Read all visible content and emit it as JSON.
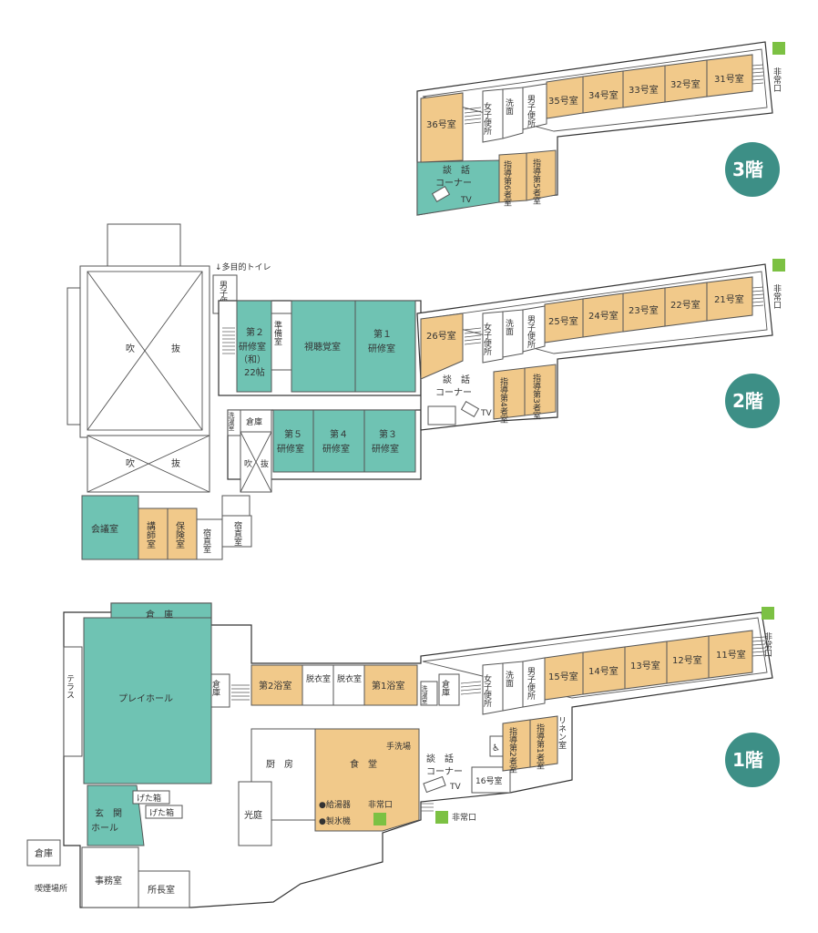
{
  "floors": {
    "f3": {
      "badge": "3階",
      "rooms": {
        "r36": "36号室",
        "r35": "35号室",
        "r34": "34号室",
        "r33": "33号室",
        "r32": "32号室",
        "r31": "31号室",
        "women_wc": "女子便所",
        "wash": "洗面",
        "men_wc": "男子便所",
        "lounge": "談　話",
        "lounge2": "コーナー",
        "tv": "TV",
        "leader6": "指導第6者室",
        "leader5": "指導第5者室",
        "exit": "非常口"
      },
      "colors": {
        "accent": "#f1c98a",
        "teal": "#6fc3b3"
      }
    },
    "f2": {
      "badge": "2階",
      "multi_toilet": "↓多目的トイレ",
      "rooms": {
        "fukinuke_a": "吹",
        "fukinuke_b": "抜",
        "fukinuke2_a": "吹",
        "fukinuke2_b": "抜",
        "small_a": "吹",
        "small_b": "抜",
        "men_wc_left": "男子便所",
        "study2_1": "第２",
        "study2_2": "研修室",
        "study2_3": "（和）",
        "study2_4": "22帖",
        "prep": "準備室",
        "av": "視聴覚室",
        "study1_1": "第１",
        "study1_2": "研修室",
        "storage": "倉庫",
        "laundry": "洗濯室",
        "study5_1": "第５",
        "study5_2": "研修室",
        "study4_1": "第４",
        "study4_2": "研修室",
        "study3_1": "第３",
        "study3_2": "研修室",
        "meeting": "会議室",
        "lecturer": "講師室",
        "health": "保険室",
        "night1": "宿直室",
        "night2": "宿直室",
        "r26": "26号室",
        "r25": "25号室",
        "r24": "24号室",
        "r23": "23号室",
        "r22": "22号室",
        "r21": "21号室",
        "women_wc": "女子便所",
        "wash": "洗面",
        "men_wc": "男子便所",
        "lounge": "談　話",
        "lounge2": "コーナー",
        "tv": "TV",
        "leader4": "指導第4者室",
        "leader3": "指導第3者室",
        "exit": "非常口"
      }
    },
    "f1": {
      "badge": "1階",
      "rooms": {
        "storage_top": "倉　庫",
        "playhall": "プレイホール",
        "terrace": "テラス",
        "storage_side": "倉庫",
        "bath2": "第2浴室",
        "dress1": "脱衣室",
        "dress2": "脱衣室",
        "bath1": "第1浴室",
        "laundry": "洗濯室",
        "storage_mid": "倉庫",
        "women_wc": "女子便所",
        "wash": "洗面",
        "men_wc": "男子便所",
        "r15": "15号室",
        "r14": "14号室",
        "r13": "13号室",
        "r12": "12号室",
        "r11": "11号室",
        "kitchen": "厨　房",
        "dining": "食　堂",
        "handwash": "手洗場",
        "water_heater": "●給湯器",
        "ice": "●製氷機",
        "exit_dining": "非常口",
        "lounge": "談　話",
        "lounge2": "コーナー",
        "tv": "TV",
        "r16": "16号室",
        "leader2": "指導第2者室",
        "leader1": "指導第1者室",
        "linen": "リネン室",
        "exit_right": "非常口",
        "exit_outer": "非常口",
        "geta1": "げた箱",
        "geta2": "げた箱",
        "entrance": "玄　関",
        "entrance2": "ホール",
        "courtyard": "光庭",
        "storage_bl": "倉庫",
        "smoking": "喫煙場所",
        "office": "事務室",
        "director": "所長室"
      }
    }
  }
}
